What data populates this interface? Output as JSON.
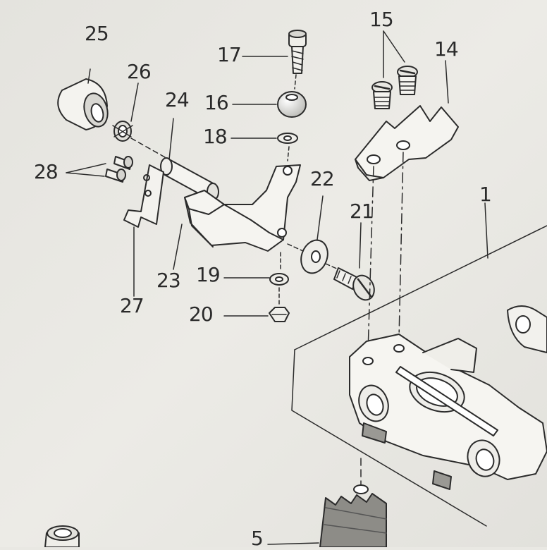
{
  "diagram": {
    "labels": [
      "1",
      "5",
      "14",
      "15",
      "16",
      "17",
      "18",
      "19",
      "20",
      "21",
      "22",
      "23",
      "24",
      "25",
      "26",
      "27",
      "28"
    ]
  }
}
